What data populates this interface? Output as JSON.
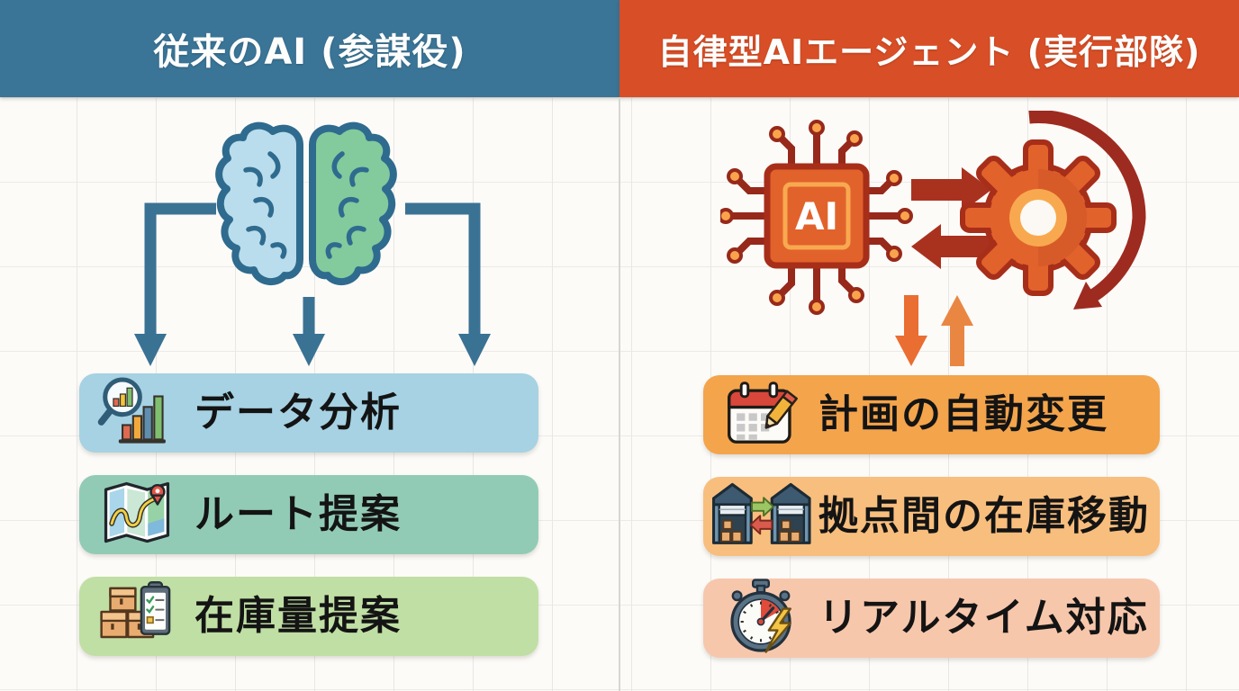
{
  "panels": {
    "left": {
      "header": "従来のAI (参謀役)",
      "header_color": "#3A7496",
      "illustration": "brain-icon",
      "arrow_color": "#3A7294",
      "brain_left_color": "#B9DDEC",
      "brain_right_color": "#83CA9D",
      "items": [
        {
          "label": "データ分析",
          "icon": "magnifier-bar-chart-icon",
          "bg": "#A6D2E3"
        },
        {
          "label": "ルート提案",
          "icon": "route-map-icon",
          "bg": "#92CBB5"
        },
        {
          "label": "在庫量提案",
          "icon": "inventory-boxes-clipboard-icon",
          "bg": "#C0DFA4"
        }
      ]
    },
    "right": {
      "header": "自律型AIエージェント (実行部隊)",
      "header_color": "#D84E26",
      "illustration": "ai-chip-gear-icon",
      "chip_label": "AI",
      "accent_dark_red": "#A9321F",
      "accent_orange": "#E2622C",
      "items": [
        {
          "label": "計画の自動変更",
          "icon": "calendar-pencil-icon",
          "bg": "#F4A44B"
        },
        {
          "label": "拠点間の在庫移動",
          "icon": "warehouse-transfer-icon",
          "bg": "#F8BE7D"
        },
        {
          "label": "リアルタイム対応",
          "icon": "stopwatch-bolt-icon",
          "bg": "#F7C7AC"
        }
      ]
    }
  }
}
